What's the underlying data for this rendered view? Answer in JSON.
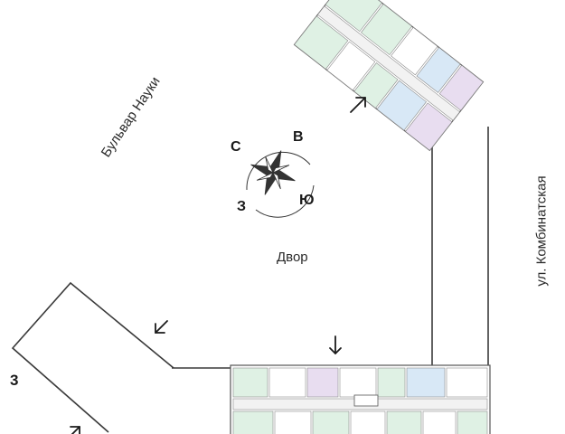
{
  "labels": {
    "boulevard": "Бульвар Науки",
    "street": "ул. Комбинатская",
    "yard": "Двор",
    "section_number": "3"
  },
  "compass": {
    "north": "С",
    "east": "В",
    "south": "Ю",
    "west": "З"
  },
  "colors": {
    "line": "#3a3a3a",
    "green_unit": "#dff1e4",
    "violet_unit": "#e8ddf0",
    "blue_unit": "#d8e8f6",
    "corridor": "#f2f2f2"
  },
  "icons": [
    "entrance-arrow-icon",
    "compass-rose-icon"
  ]
}
